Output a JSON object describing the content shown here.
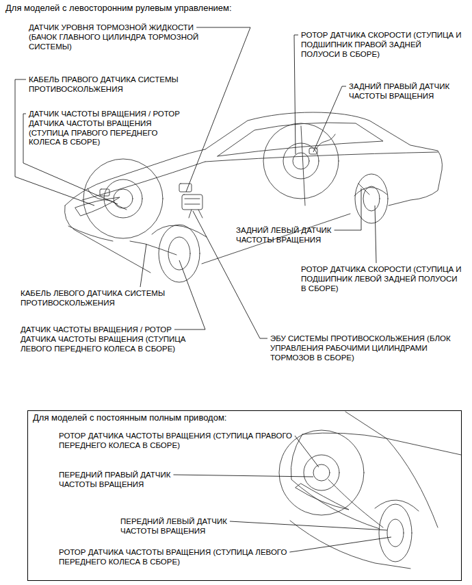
{
  "diagram": {
    "title": "Для моделей с левосторонним рулевым управлением:",
    "nodes": [
      {
        "text": [
          "Для моделей с постоянным полным приводом:",
          "РОТОР ДАТЧИКА ЧАСТОТЫ ВРАЩЕНИЯ (СТУПИЦА ПРАВОГО ПЕРЕДНЕГО КОЛЕСА В СБОРЕ)",
          "ПЕРЕДНИЙ ПРАВЫЙ ДАТЧИК ЧАСТОТЫ ВРАЩЕНИЯ",
          "ПЕРЕДНИЙ ЛЕВЫЙ ДАТЧИК ЧАСТОТЫ ВРАЩЕНИЯ",
          "РОТОР ДАТЧИКА ЧАСТОТЫ ВРАЩЕНИЯ (СТУПИЦА ЛЕВОГО ПЕРЕДНЕГО КОЛЕСА В СБОРЕ)"
        ]
      }
    ],
    "labels": [
      "ДАТЧИК УРОВНЯ ТОРМОЗНОЙ ЖИДКОСТИ (БАЧОК ГЛАВНОГО ЦИЛИНДРА ТОРМОЗНОЙ СИСТЕМЫ)",
      "РОТОР ДАТЧИКА СКОРОСТИ (СТУПИЦА И ПОДШИПНИК ПРАВОЙ ЗАДНЕЙ ПОЛУОСИ В СБОРЕ)",
      "КАБЕЛЬ ПРАВОГО ДАТЧИКА СИСТЕМЫ ПРОТИВОСКОЛЬЖЕНИЯ",
      "ДАТЧИК ЧАСТОТЫ ВРАЩЕНИЯ / РОТОР ДАТЧИКА ЧАСТОТЫ ВРАЩЕНИЯ (СТУПИЦА ПРАВОГО ПЕРЕДНЕГО КОЛЕСА В СБОРЕ)",
      "ЗАДНИЙ ПРАВЫЙ ДАТЧИК ЧАСТОТЫ ВРАЩЕНИЯ",
      "ЗАДНИЙ ЛЕВЫЙ ДАТЧИК ЧАСТОТЫ ВРАЩЕНИЯ",
      "РОТОР ДАТЧИКА СКОРОСТИ (СТУПИЦА И ПОДШИПНИК ЛЕВОЙ ЗАДНЕЙ ПОЛУОСИ В СБОРЕ)",
      "КАБЕЛЬ ЛЕВОГО ДАТЧИКА СИСТЕМЫ ПРОТИВОСКОЛЬЖЕНИЯ",
      "ДАТЧИК ЧАСТОТЫ ВРАЩЕНИЯ / РОТОР ДАТЧИКА ЧАСТОТЫ ВРАЩЕНИЯ (СТУПИЦА ЛЕВОГО ПЕРЕДНЕГО КОЛЕСА В СБОРЕ)",
      "ЭБУ СИСТЕМЫ ПРОТИВОСКОЛЬЖЕНИЯ (БЛОК УПРАВЛЕНИЯ РАБОЧИМИ ЦИЛИНДРАМИ ТОРМОЗОВ В СБОРЕ)"
    ]
  }
}
